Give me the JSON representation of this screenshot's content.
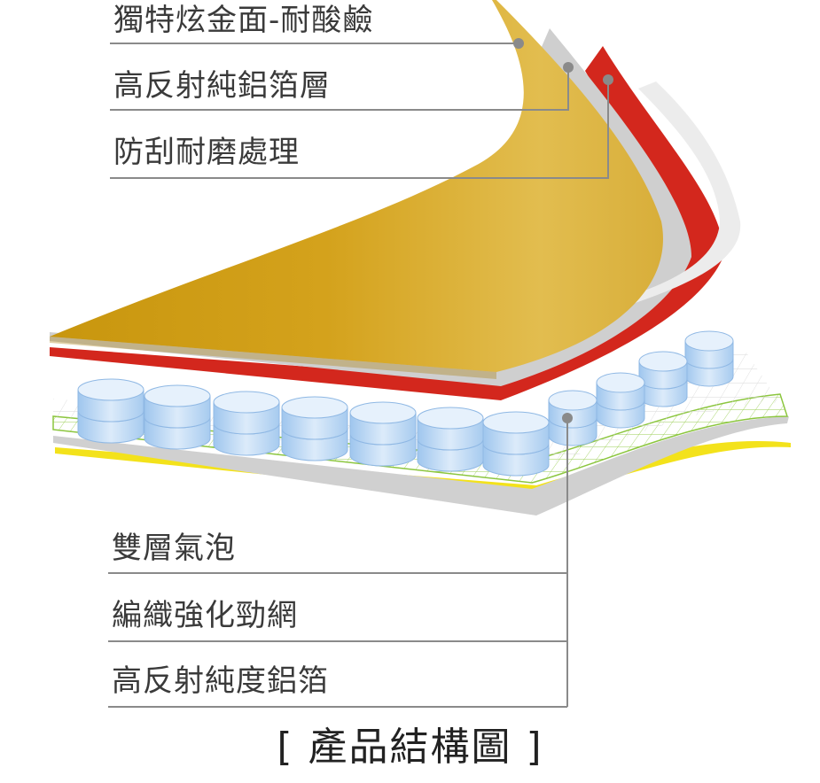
{
  "title": "[ 產品結構圖 ]",
  "top_labels": [
    "獨特炫金面-耐酸鹼",
    "高反射純鋁箔層",
    "防刮耐磨處理"
  ],
  "bottom_labels": [
    "雙層氣泡",
    "編織強化勁網",
    "高反射純度鋁箔"
  ],
  "colors": {
    "gold": "#d9a51c",
    "red": "#d3271d",
    "silver": "#cfcfcf",
    "bubble": "#b8d6f3",
    "mesh_green": "#8cc63f",
    "yellow": "#f3e21b",
    "leader_line": "#8a8a8a"
  }
}
